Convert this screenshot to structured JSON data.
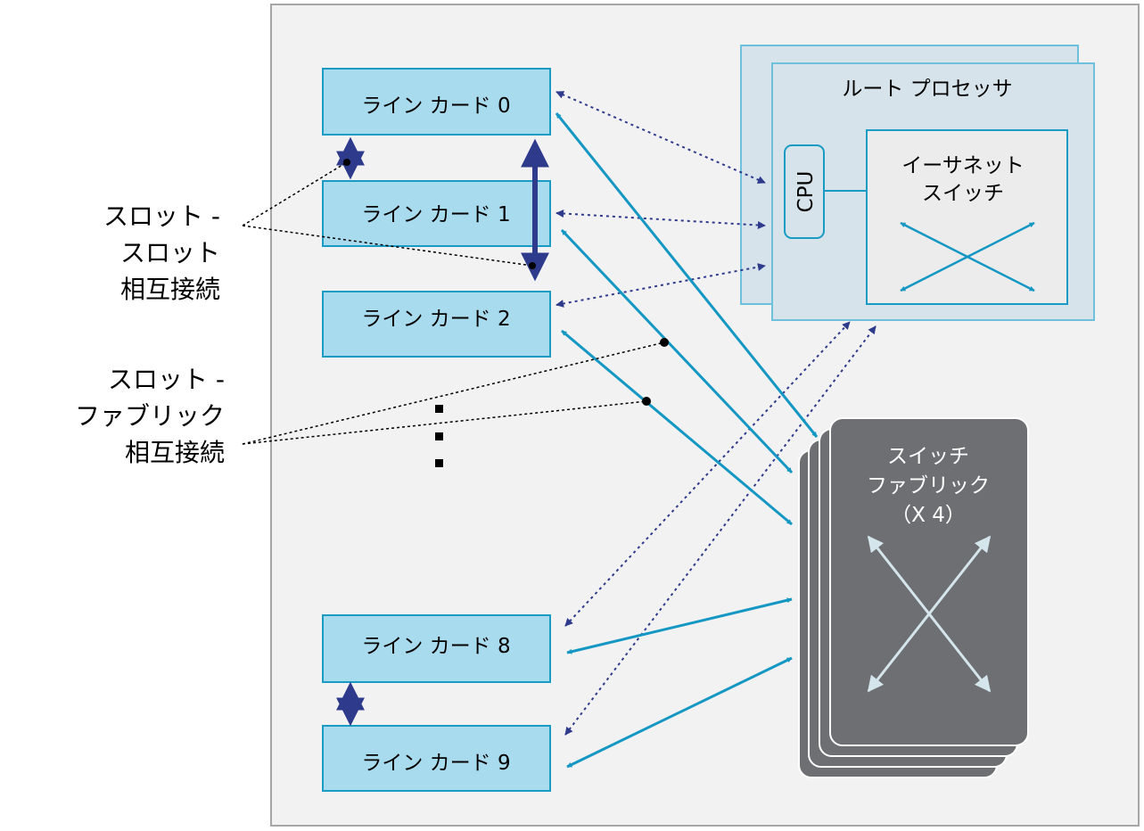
{
  "side_labels": {
    "slot_slot": [
      "スロット -",
      "スロット",
      "相互接続"
    ],
    "slot_fabric": [
      "スロット -",
      "ファブリック",
      "相互接続"
    ]
  },
  "line_cards": [
    {
      "id": "lc0",
      "label": "ライン カード 0"
    },
    {
      "id": "lc1",
      "label": "ライン カード 1"
    },
    {
      "id": "lc2",
      "label": "ライン カード 2"
    },
    {
      "id": "lc8",
      "label": "ライン カード 8"
    },
    {
      "id": "lc9",
      "label": "ライン カード 9"
    }
  ],
  "route_processor": {
    "title": "ルート プロセッサ",
    "cpu": "CPU",
    "ethernet_switch": [
      "イーサネット",
      "スイッチ"
    ]
  },
  "switch_fabric": {
    "lines": [
      "スイッチ",
      "ファブリック",
      "（X 4）"
    ]
  },
  "colors": {
    "background": "#f2f2f2",
    "frame_border": "#a6a6a6",
    "line_card_fill": "#a9dbef",
    "line_card_border": "#1a9bc4",
    "rp_fill": "#d6e3ea",
    "rp_border": "#6fc0dc",
    "fabric_fill": "#6e6f73",
    "fabric_border": "#ffffff",
    "navy": "#2e3a8c",
    "teal": "#1597c3",
    "fabric_arrow": "#d4e6ec"
  }
}
